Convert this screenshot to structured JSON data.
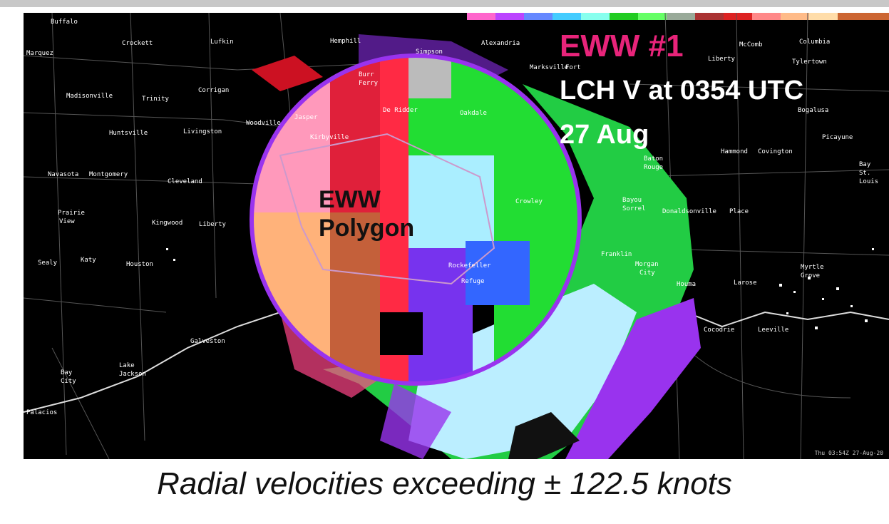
{
  "header": {
    "title": "EWW #1",
    "product": "LCH V at 0354 UTC",
    "date": "27 Aug"
  },
  "polygon_label": {
    "line1": "EWW",
    "line2": "Polygon"
  },
  "timestamp": "Thu 03:54Z 27-Aug-20",
  "caption": "Radial velocities exceeding ± 122.5 knots",
  "cities": [
    "Buffalo",
    "Marquez",
    "Crockett",
    "Lufkin",
    "Hemphill",
    "Simpson",
    "Alexandria",
    "McComb",
    "Columbia",
    "Liberty",
    "Tylertown",
    "Marksville",
    "Fort",
    "Burr",
    "Ferry",
    "Corrigan",
    "Madisonville",
    "Trinity",
    "Jasper",
    "De Ridder",
    "Oakdale",
    "Woodville",
    "Kirbyville",
    "Huntsville",
    "Livingston",
    "Bogalusa",
    "Picayune",
    "Hammond",
    "Covington",
    "Baton",
    "Rouge",
    "Bay",
    "St.",
    "Louis",
    "Navasota",
    "Montgomery",
    "Cleveland",
    "Crowley",
    "Bayou",
    "Sorrel",
    "Donaldsonville",
    "Place",
    "Prairie",
    "View",
    "Kingwood",
    "Liberty",
    "Franklin",
    "Morgan",
    "City",
    "Sealy",
    "Katy",
    "Houston",
    "Rockefeller",
    "Refuge",
    "Houma",
    "Larose",
    "Myrtle",
    "Grove",
    "Cocodrie",
    "Leeville",
    "Galveston",
    "Lake",
    "Jackson",
    "Bay",
    "City",
    "Palacios"
  ],
  "colors": {
    "caption_text": "#111111",
    "title_pink": "#e8247a",
    "background": "#000000"
  }
}
